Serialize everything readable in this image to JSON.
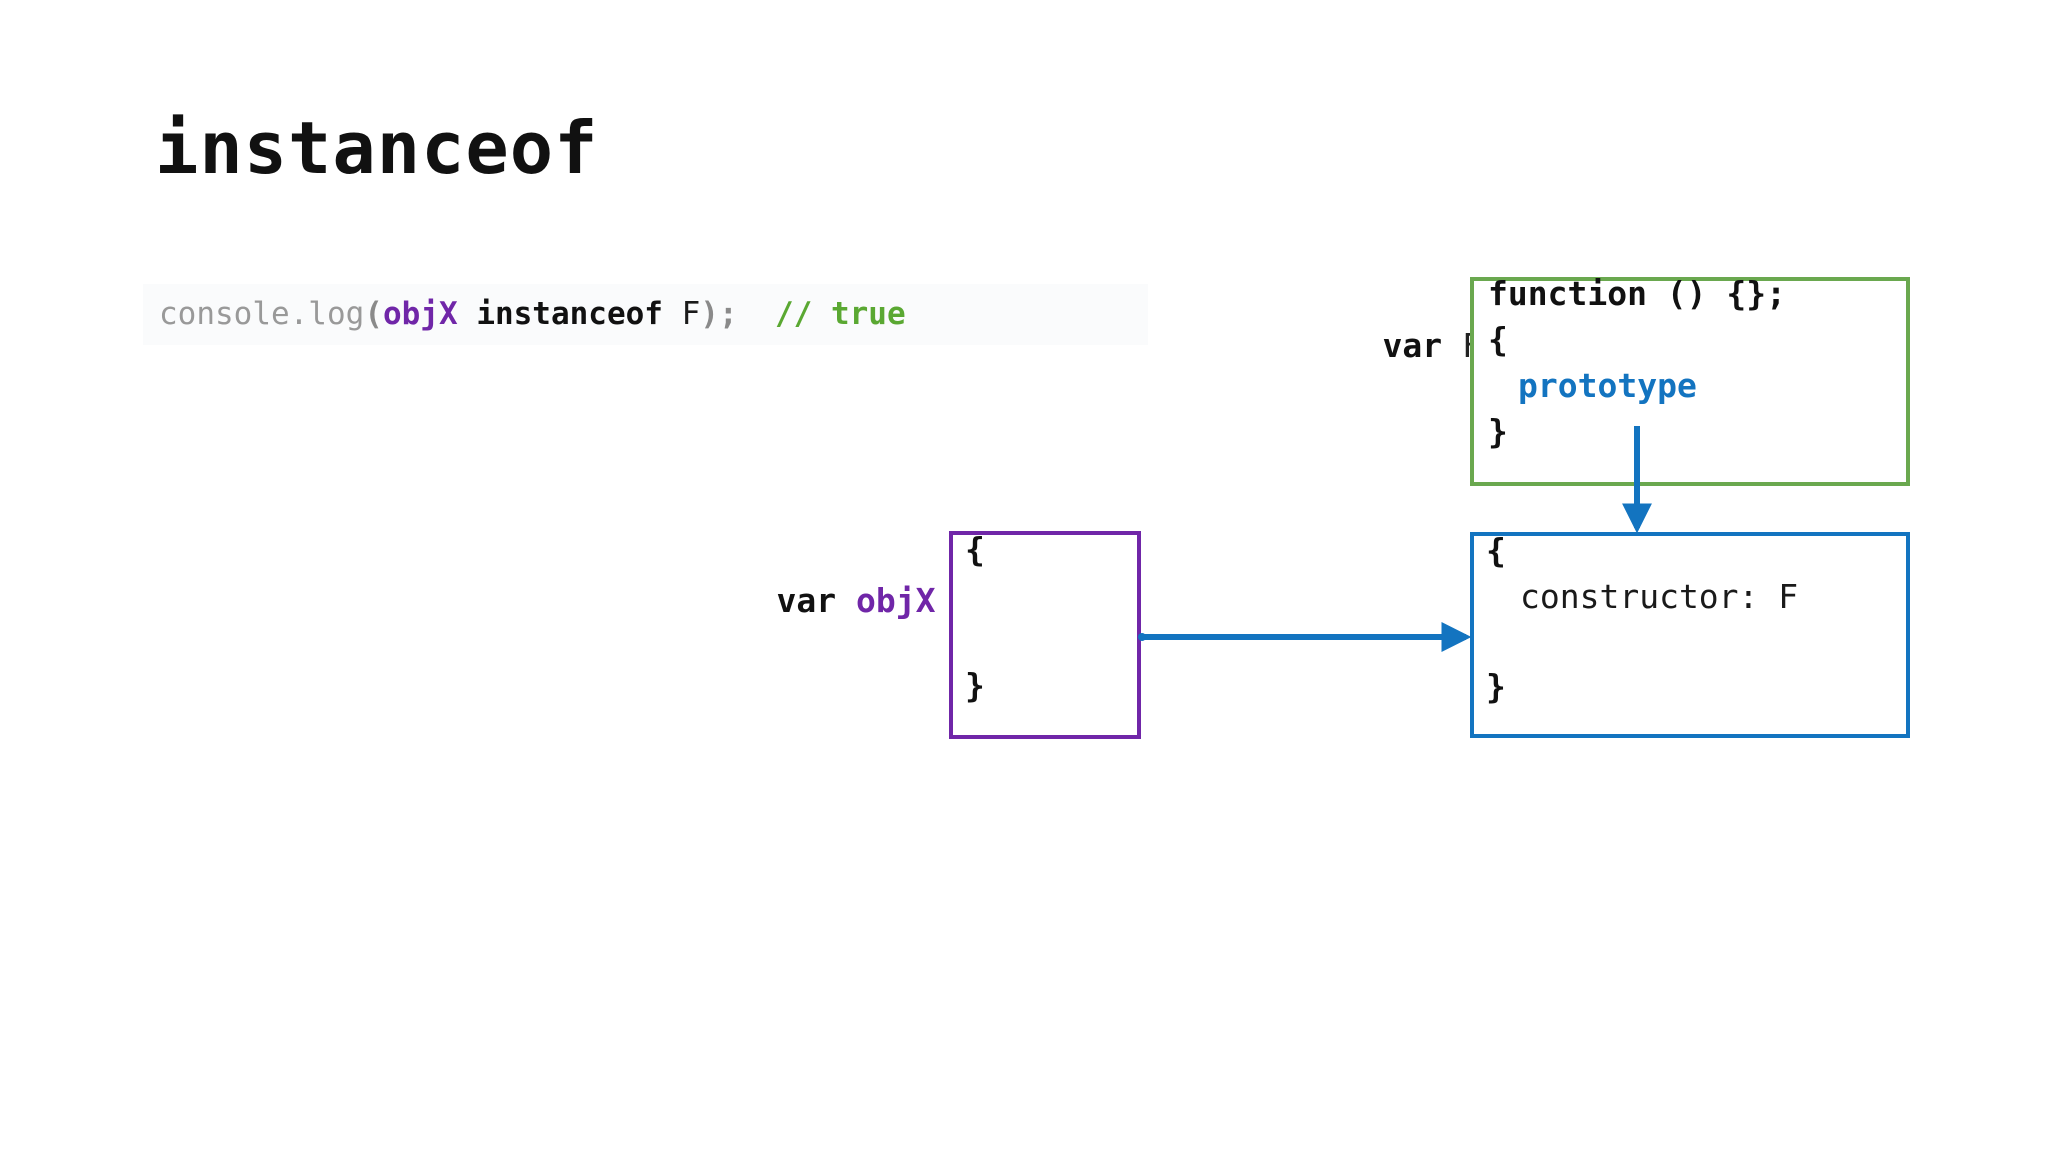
{
  "slide": {
    "title": "instanceof",
    "background_color": "#ffffff"
  },
  "code_block": {
    "background_color": "#fafbfc",
    "full_text": "console.log(objX instanceof F);  // true",
    "tokens": {
      "console_log": "console.log",
      "open_paren": "(",
      "arg_obj": "objX",
      "space_1": " ",
      "keyword": "instanceof",
      "space_2": " ",
      "arg_ctor": "F",
      "close_paren": ")",
      "semicolon": ";",
      "gap": "  ",
      "comment": "// true"
    },
    "colors": {
      "plain": "#999999",
      "punct": "#8a8a8a",
      "variable": "#7026a8",
      "keyword": "#111111",
      "identifier": "#1a1a1a",
      "comment": "#5aa832"
    }
  },
  "diagram": {
    "function_declaration": {
      "keyword": "var",
      "name": "F",
      "operator": "=",
      "box_border_color": "#6aa84f",
      "lines": [
        "function () {};",
        "{",
        "prototype",
        "}"
      ],
      "prototype_label": "prototype",
      "prototype_color": "#1374c0"
    },
    "object_declaration": {
      "keyword": "var",
      "name": "objX",
      "operator": "=",
      "box_border_color": "#7026a8",
      "lines": [
        "{",
        "}"
      ]
    },
    "prototype_object": {
      "box_border_color": "#1374c0",
      "lines": [
        "{",
        "constructor: F",
        "}"
      ]
    },
    "arrows": {
      "color": "#1374c0",
      "prototype_to_object": "prototype-down-arrow",
      "object_to_prototype": "objx-right-arrow"
    }
  }
}
